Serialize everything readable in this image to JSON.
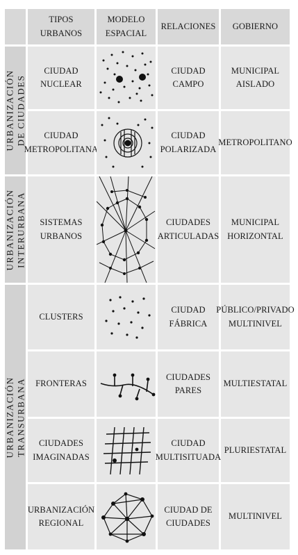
{
  "headers": {
    "tipos": "TIPOS\nURBANOS",
    "modelo": "MODELO\nESPACIAL",
    "relaciones": "RELACIONES",
    "gobierno": "GOBIERNO"
  },
  "groups": [
    {
      "label": "URBANIZACIÓN\nDE CIUDADES"
    },
    {
      "label": "URBANIZACIÓN\nINTERURBANA"
    },
    {
      "label": "URBANIZACIÓN\nTRANSURBANA"
    }
  ],
  "rows": [
    {
      "tipo": "CIUDAD\nNUCLEAR",
      "icon": "scattered-dots-with-two-large-nodes-icon",
      "relacion": "CIUDAD\nCAMPO",
      "gobierno": "MUNICIPAL\nAISLADO"
    },
    {
      "tipo": "CIUDAD\nMETROPOLITANA",
      "icon": "concentric-rings-core-icon",
      "relacion": "CIUDAD\nPOLARIZADA",
      "gobierno": "METROPOLITANO"
    },
    {
      "tipo": "SISTEMAS\nURBANOS",
      "icon": "radial-network-icon",
      "relacion": "CIUDADES\nARTICULADAS",
      "gobierno": "MUNICIPAL\nHORIZONTAL"
    },
    {
      "tipo": "CLUSTERS",
      "icon": "dot-cluster-icon",
      "relacion": "CIUDAD\nFÁBRICA",
      "gobierno": "PÚBLICO/PRIVADO\nMULTINIVEL"
    },
    {
      "tipo": "FRONTERAS",
      "icon": "border-line-nodes-icon",
      "relacion": "CIUDADES\nPARES",
      "gobierno": "MULTIESTATAL"
    },
    {
      "tipo": "CIUDADES\nIMAGINADAS",
      "icon": "crossed-grid-icon",
      "relacion": "CIUDAD\nMULTISITUADA",
      "gobierno": "PLURIESTATAL"
    },
    {
      "tipo": "URBANIZACIÓN\nREGIONAL",
      "icon": "polygon-mesh-icon",
      "relacion": "CIUDAD DE\nCIUDADES",
      "gobierno": "MULTINIVEL"
    }
  ]
}
